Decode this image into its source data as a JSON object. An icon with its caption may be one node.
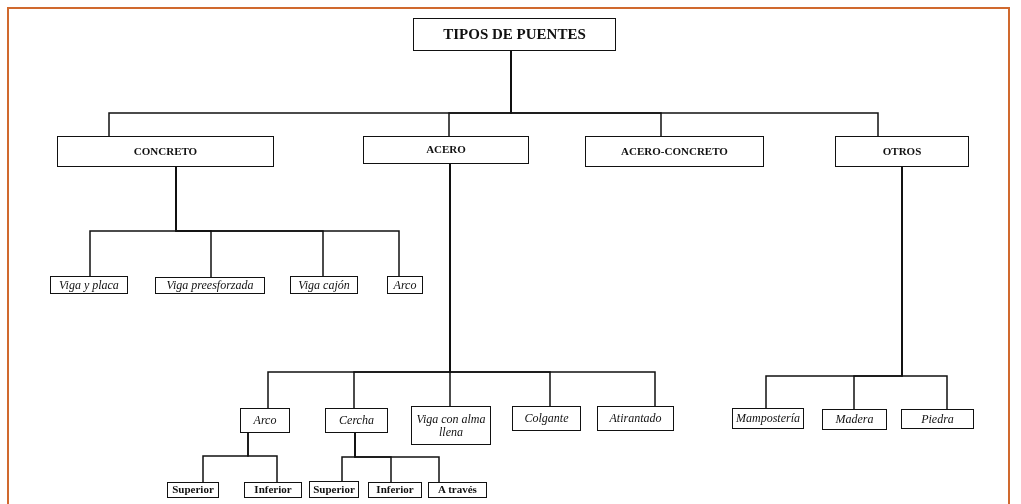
{
  "diagram": {
    "nodes": [
      {
        "text": [
          "TIPOS DE PUENTES"
        ]
      },
      {
        "text": [
          "CONCRETO"
        ]
      },
      {
        "text": [
          "ACERO"
        ]
      },
      {
        "text": [
          "ACERO-CONCRETO"
        ]
      },
      {
        "text": [
          "OTROS"
        ]
      },
      {
        "text": [
          "Viga y placa"
        ]
      },
      {
        "text": [
          "Viga preesforzada"
        ]
      },
      {
        "text": [
          "Viga cajón"
        ]
      },
      {
        "text": [
          "Arco"
        ]
      },
      {
        "text": [
          "Arco"
        ]
      },
      {
        "text": [
          "Cercha"
        ]
      },
      {
        "text": [
          "Viga con alma llena"
        ]
      },
      {
        "text": [
          "Colgante"
        ]
      },
      {
        "text": [
          "Atirantado"
        ]
      },
      {
        "text": [
          "Superior"
        ]
      },
      {
        "text": [
          "Inferior"
        ]
      },
      {
        "text": [
          "Superior"
        ]
      },
      {
        "text": [
          "Inferior"
        ]
      },
      {
        "text": [
          "A través"
        ]
      },
      {
        "text": [
          "Mampostería"
        ]
      },
      {
        "text": [
          "Madera"
        ]
      },
      {
        "text": [
          "Piedra"
        ]
      }
    ],
    "edges": [
      {
        "from": 0,
        "to": 1,
        "arrow": "none"
      },
      {
        "from": 0,
        "to": 2,
        "arrow": "none"
      },
      {
        "from": 0,
        "to": 3,
        "arrow": "none"
      },
      {
        "from": 0,
        "to": 4,
        "arrow": "none"
      },
      {
        "from": 1,
        "to": 5,
        "arrow": "none"
      },
      {
        "from": 1,
        "to": 6,
        "arrow": "none"
      },
      {
        "from": 1,
        "to": 7,
        "arrow": "none"
      },
      {
        "from": 1,
        "to": 8,
        "arrow": "none"
      },
      {
        "from": 2,
        "to": 9,
        "arrow": "none"
      },
      {
        "from": 2,
        "to": 10,
        "arrow": "none"
      },
      {
        "from": 2,
        "to": 11,
        "arrow": "none"
      },
      {
        "from": 2,
        "to": 12,
        "arrow": "none"
      },
      {
        "from": 2,
        "to": 13,
        "arrow": "none"
      },
      {
        "from": 9,
        "to": 14,
        "arrow": "none"
      },
      {
        "from": 9,
        "to": 15,
        "arrow": "none"
      },
      {
        "from": 10,
        "to": 16,
        "arrow": "none"
      },
      {
        "from": 10,
        "to": 17,
        "arrow": "none"
      },
      {
        "from": 10,
        "to": 18,
        "arrow": "none"
      },
      {
        "from": 4,
        "to": 19,
        "arrow": "none"
      },
      {
        "from": 4,
        "to": 20,
        "arrow": "none"
      },
      {
        "from": 4,
        "to": 21,
        "arrow": "none"
      }
    ]
  }
}
